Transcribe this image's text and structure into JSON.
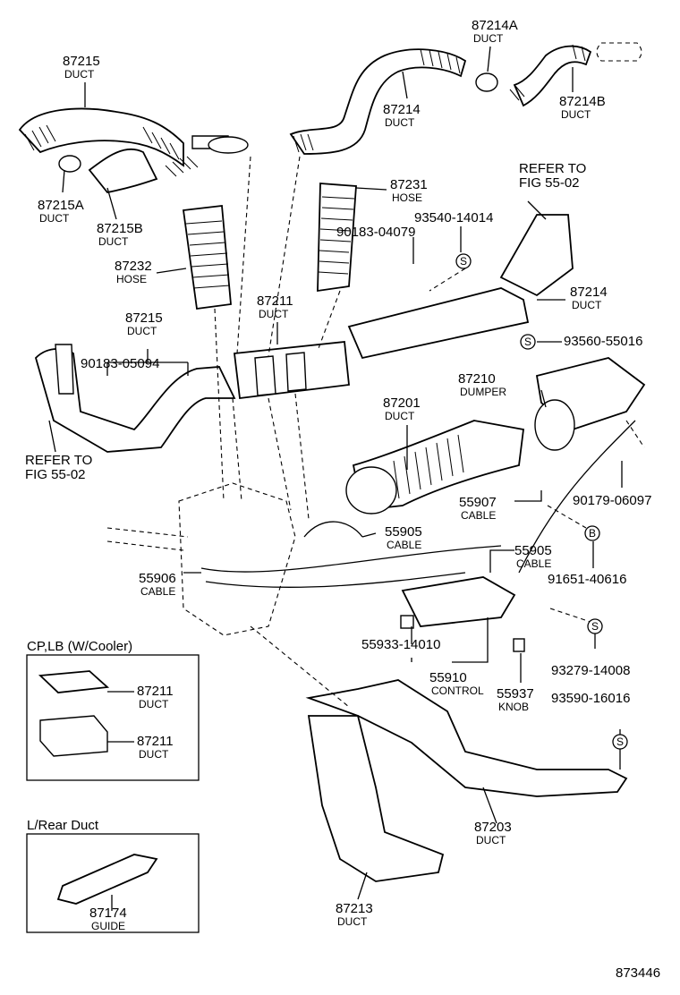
{
  "diagram_id": "873446",
  "inset_cooler_title": "CP,LB (W/Cooler)",
  "inset_rear_title": "L/Rear Duct",
  "parts": [
    {
      "id": "p1",
      "number": "87215",
      "name": "DUCT"
    },
    {
      "id": "p2",
      "number": "87215A",
      "name": "DUCT"
    },
    {
      "id": "p3",
      "number": "87215B",
      "name": "DUCT"
    },
    {
      "id": "p4",
      "number": "87214",
      "name": "DUCT"
    },
    {
      "id": "p5",
      "number": "87214A",
      "name": "DUCT"
    },
    {
      "id": "p6",
      "number": "87214B",
      "name": "DUCT"
    },
    {
      "id": "p7",
      "number": "87231",
      "name": "HOSE"
    },
    {
      "id": "p8",
      "number": "93540-14014",
      "name": ""
    },
    {
      "id": "p9",
      "number": "90183-04079",
      "name": ""
    },
    {
      "id": "p10",
      "number": "REFER TO",
      "name": "FIG 55-02"
    },
    {
      "id": "p11",
      "number": "87232",
      "name": "HOSE"
    },
    {
      "id": "p12",
      "number": "87211",
      "name": "DUCT"
    },
    {
      "id": "p13",
      "number": "87214",
      "name": "DUCT"
    },
    {
      "id": "p14",
      "number": "93560-55016",
      "name": ""
    },
    {
      "id": "p15",
      "number": "87215",
      "name": "DUCT"
    },
    {
      "id": "p16",
      "number": "90183-05094",
      "name": ""
    },
    {
      "id": "p17",
      "number": "87210",
      "name": "DUMPER"
    },
    {
      "id": "p18",
      "number": "87201",
      "name": "DUCT"
    },
    {
      "id": "p19",
      "number": "REFER TO",
      "name": "FIG 55-02"
    },
    {
      "id": "p20",
      "number": "90179-06097",
      "name": ""
    },
    {
      "id": "p21",
      "number": "55907",
      "name": "CABLE"
    },
    {
      "id": "p22",
      "number": "55905",
      "name": "CABLE"
    },
    {
      "id": "p23",
      "number": "55905",
      "name": "CABLE"
    },
    {
      "id": "p24",
      "number": "55906",
      "name": "CABLE"
    },
    {
      "id": "p25",
      "number": "91651-40616",
      "name": ""
    },
    {
      "id": "p26",
      "number": "55933-14010",
      "name": ""
    },
    {
      "id": "p27",
      "number": "93279-14008",
      "name": ""
    },
    {
      "id": "p28",
      "number": "55910",
      "name": "CONTROL"
    },
    {
      "id": "p29",
      "number": "55937",
      "name": "KNOB"
    },
    {
      "id": "p30",
      "number": "93590-16016",
      "name": ""
    },
    {
      "id": "p31",
      "number": "87211",
      "name": "DUCT"
    },
    {
      "id": "p32",
      "number": "87211",
      "name": "DUCT"
    },
    {
      "id": "p33",
      "number": "87203",
      "name": "DUCT"
    },
    {
      "id": "p34",
      "number": "87213",
      "name": "DUCT"
    },
    {
      "id": "p35",
      "number": "87174",
      "name": "GUIDE"
    }
  ],
  "markers": [
    {
      "id": "m1",
      "letter": "S"
    },
    {
      "id": "m2",
      "letter": "S"
    },
    {
      "id": "m3",
      "letter": "B"
    },
    {
      "id": "m4",
      "letter": "S"
    },
    {
      "id": "m5",
      "letter": "S"
    }
  ]
}
